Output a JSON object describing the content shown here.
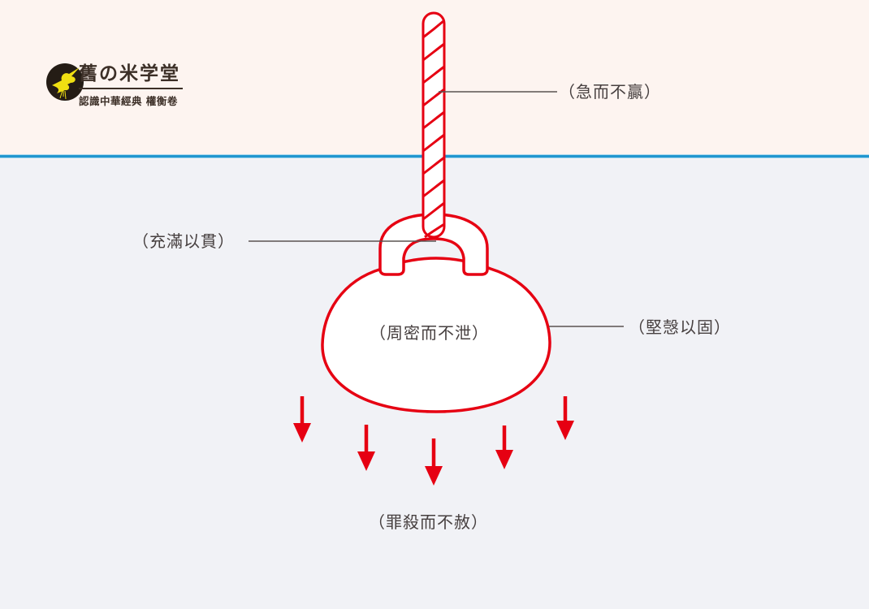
{
  "page": {
    "bg_top": "#fdf4f0",
    "bg_bottom": "#f1f2f6",
    "divider_color": "#2196cf",
    "accent_red": "#e60012",
    "label_text_color": "#474040"
  },
  "logo": {
    "title": "舊の米学堂",
    "subtitle": "認識中華經典 權衡卷",
    "icon": "bird-icon",
    "circle_color": "#241c15",
    "bird_color": "#efdf12"
  },
  "diagram": {
    "subject": "weight-with-twisted-rope",
    "labels": {
      "rope": "（急而不贏）",
      "handle": "（充滿以貫）",
      "body": "（周密而不泄）",
      "side": "（堅愨以固）",
      "bottom": "（罪殺而不赦）"
    },
    "arrows_count": 5,
    "arrow_direction": "down"
  }
}
